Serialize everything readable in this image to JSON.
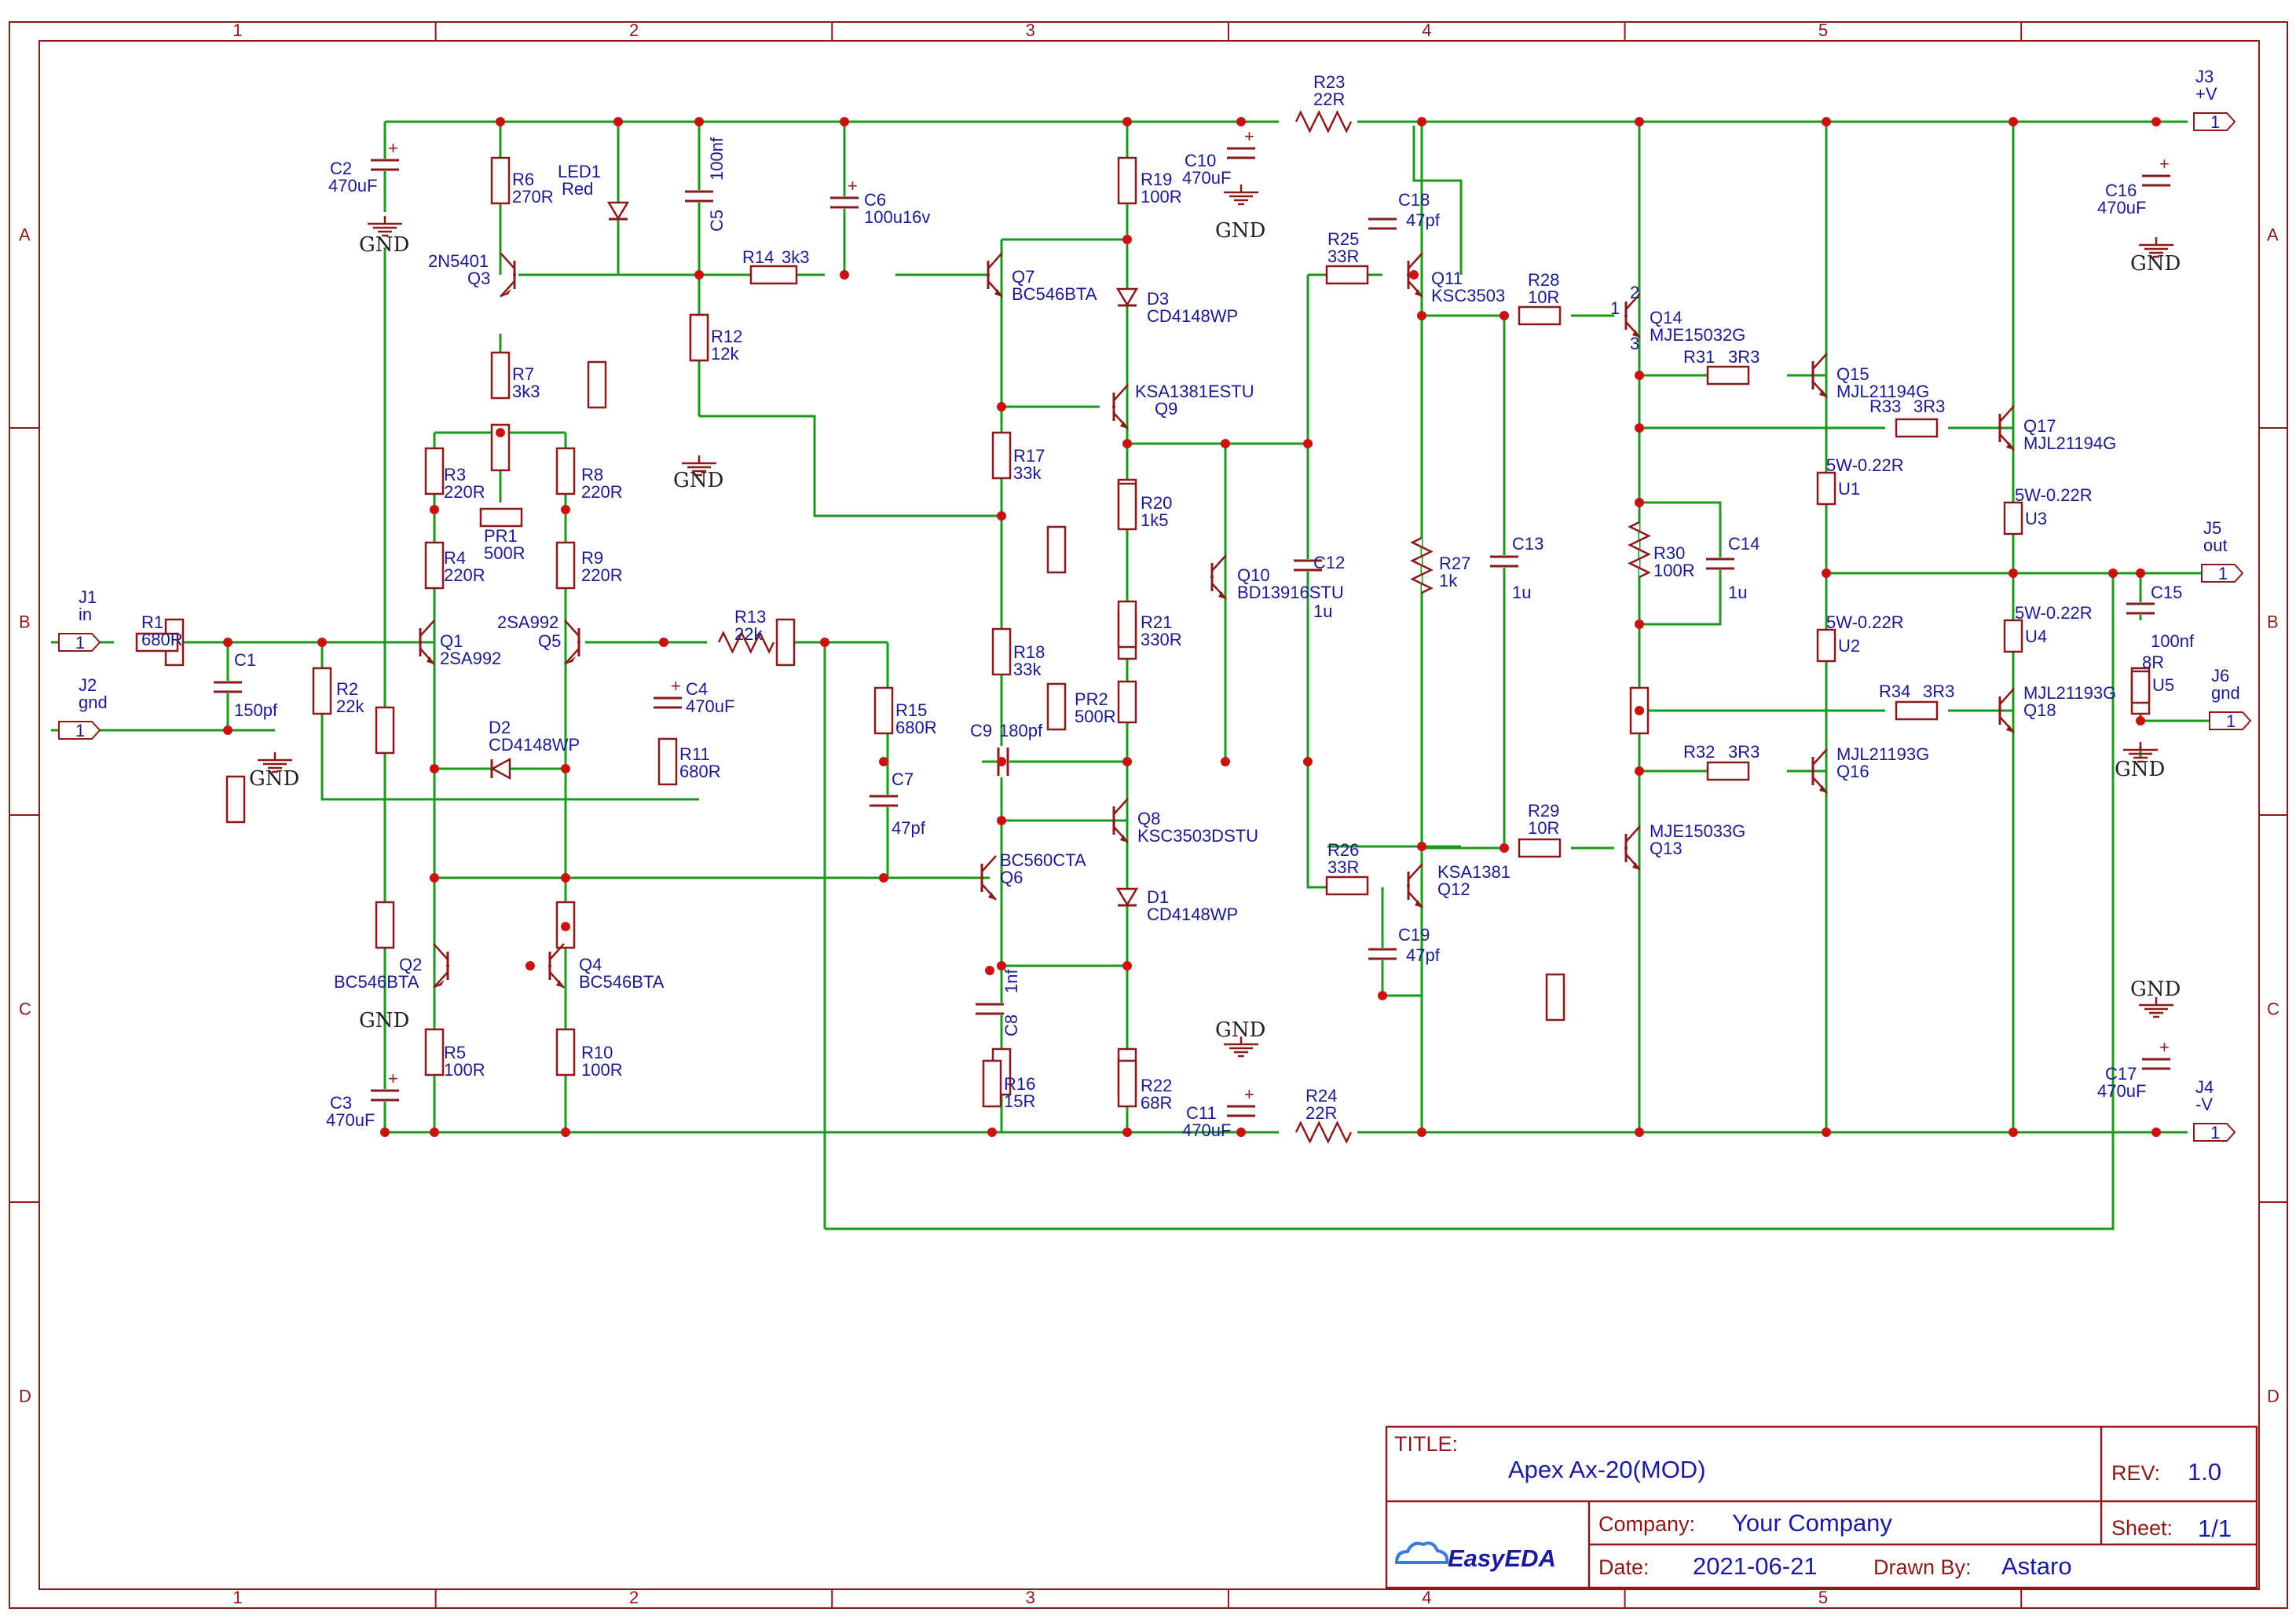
{
  "app": "EasyEDA",
  "colors": {
    "wire": "#1a9a1a",
    "symbol": "#8a1a1a",
    "label": "#1a1a8c",
    "junction": "#cc1111",
    "frame": "#8a1a1a",
    "title_value": "#1a1aa0"
  },
  "frame": {
    "columns": [
      "1",
      "2",
      "3",
      "4",
      "5"
    ],
    "rows": [
      "A",
      "B",
      "C",
      "D"
    ]
  },
  "title_block": {
    "title_label": "TITLE:",
    "title": "Apex Ax-20(MOD)",
    "rev_label": "REV:",
    "rev": "1.0",
    "company_label": "Company:",
    "company": "Your Company",
    "sheet_label": "Sheet:",
    "sheet": "1/1",
    "date_label": "Date:",
    "date": "2021-06-21",
    "drawn_label": "Drawn By:",
    "drawn_by": "Astaro",
    "logo": "EasyEDA"
  },
  "connectors": [
    {
      "id": "J1",
      "name": "in",
      "pin": "1"
    },
    {
      "id": "J2",
      "name": "gnd",
      "pin": "1"
    },
    {
      "id": "J3",
      "name": "+V",
      "pin": "1"
    },
    {
      "id": "J4",
      "name": "-V",
      "pin": "1"
    },
    {
      "id": "J5",
      "name": "out",
      "pin": "1"
    },
    {
      "id": "J6",
      "name": "gnd",
      "pin": "1"
    }
  ],
  "resistors": [
    {
      "id": "R1",
      "value": "680R"
    },
    {
      "id": "R2",
      "value": "22k"
    },
    {
      "id": "R3",
      "value": "220R"
    },
    {
      "id": "R4",
      "value": "220R"
    },
    {
      "id": "R5",
      "value": "100R"
    },
    {
      "id": "R6",
      "value": "270R"
    },
    {
      "id": "R7",
      "value": "3k3"
    },
    {
      "id": "R8",
      "value": "220R"
    },
    {
      "id": "R9",
      "value": "220R"
    },
    {
      "id": "R10",
      "value": "100R"
    },
    {
      "id": "R11",
      "value": "680R"
    },
    {
      "id": "R12",
      "value": "12k"
    },
    {
      "id": "R13",
      "value": "22k"
    },
    {
      "id": "R14",
      "value": "3k3"
    },
    {
      "id": "R15",
      "value": "680R"
    },
    {
      "id": "R16",
      "value": "15R"
    },
    {
      "id": "R17",
      "value": "33k"
    },
    {
      "id": "R18",
      "value": "33k"
    },
    {
      "id": "R19",
      "value": "100R"
    },
    {
      "id": "R20",
      "value": "1k5"
    },
    {
      "id": "R21",
      "value": "330R"
    },
    {
      "id": "R22",
      "value": "68R"
    },
    {
      "id": "R23",
      "value": "22R"
    },
    {
      "id": "R24",
      "value": "22R"
    },
    {
      "id": "R25",
      "value": "33R"
    },
    {
      "id": "R26",
      "value": "33R"
    },
    {
      "id": "R27",
      "value": "1k"
    },
    {
      "id": "R28",
      "value": "10R"
    },
    {
      "id": "R29",
      "value": "10R"
    },
    {
      "id": "R30",
      "value": "100R"
    },
    {
      "id": "R31",
      "value": "3R3"
    },
    {
      "id": "R32",
      "value": "3R3"
    },
    {
      "id": "R33",
      "value": "3R3"
    },
    {
      "id": "R34",
      "value": "3R3"
    },
    {
      "id": "PR1",
      "value": "500R"
    },
    {
      "id": "PR2",
      "value": "500R"
    }
  ],
  "capacitors": [
    {
      "id": "C1",
      "value": "150pf"
    },
    {
      "id": "C2",
      "value": "470uF"
    },
    {
      "id": "C3",
      "value": "470uF"
    },
    {
      "id": "C4",
      "value": "470uF"
    },
    {
      "id": "C5",
      "value": "100nf"
    },
    {
      "id": "C6",
      "value": "100u16v"
    },
    {
      "id": "C7",
      "value": "47pf"
    },
    {
      "id": "C8",
      "value": "1nf"
    },
    {
      "id": "C9",
      "value": "180pf"
    },
    {
      "id": "C10",
      "value": "470uF"
    },
    {
      "id": "C11",
      "value": "470uF"
    },
    {
      "id": "C12",
      "value": "1u"
    },
    {
      "id": "C13",
      "value": "1u"
    },
    {
      "id": "C14",
      "value": "1u"
    },
    {
      "id": "C15",
      "value": "100nf"
    },
    {
      "id": "C16",
      "value": "470uF"
    },
    {
      "id": "C17",
      "value": "470uF"
    },
    {
      "id": "C18",
      "value": "47pf"
    },
    {
      "id": "C19",
      "value": "47pf"
    }
  ],
  "transistors": [
    {
      "id": "Q1",
      "part": "2SA992"
    },
    {
      "id": "Q2",
      "part": "BC546BTA"
    },
    {
      "id": "Q3",
      "part": "2N5401"
    },
    {
      "id": "Q4",
      "part": "BC546BTA"
    },
    {
      "id": "Q5",
      "part": "2SA992"
    },
    {
      "id": "Q6",
      "part": "BC560CTA"
    },
    {
      "id": "Q7",
      "part": "BC546BTA"
    },
    {
      "id": "Q8",
      "part": "KSC3503DSTU"
    },
    {
      "id": "Q9",
      "part": "KSA1381ESTU"
    },
    {
      "id": "Q10",
      "part": "BD13916STU"
    },
    {
      "id": "Q11",
      "part": "KSC3503"
    },
    {
      "id": "Q12",
      "part": "KSA1381"
    },
    {
      "id": "Q13",
      "part": "MJE15033G"
    },
    {
      "id": "Q14",
      "part": "MJE15032G"
    },
    {
      "id": "Q15",
      "part": "MJL21194G"
    },
    {
      "id": "Q16",
      "part": "MJL21193G"
    },
    {
      "id": "Q17",
      "part": "MJL21194G"
    },
    {
      "id": "Q18",
      "part": "MJL21193G"
    }
  ],
  "diodes": [
    {
      "id": "D1",
      "part": "CD4148WP"
    },
    {
      "id": "D2",
      "part": "CD4148WP"
    },
    {
      "id": "D3",
      "part": "CD4148WP"
    },
    {
      "id": "LED1",
      "part": "Red"
    }
  ],
  "emitter_resistors": [
    {
      "id": "U1",
      "value": "5W-0.22R"
    },
    {
      "id": "U2",
      "value": "5W-0.22R"
    },
    {
      "id": "U3",
      "value": "5W-0.22R"
    },
    {
      "id": "U4",
      "value": "5W-0.22R"
    },
    {
      "id": "U5",
      "value": "8R"
    }
  ],
  "gnd_label": "GND",
  "pin_numbers": [
    "1",
    "2",
    "3"
  ]
}
